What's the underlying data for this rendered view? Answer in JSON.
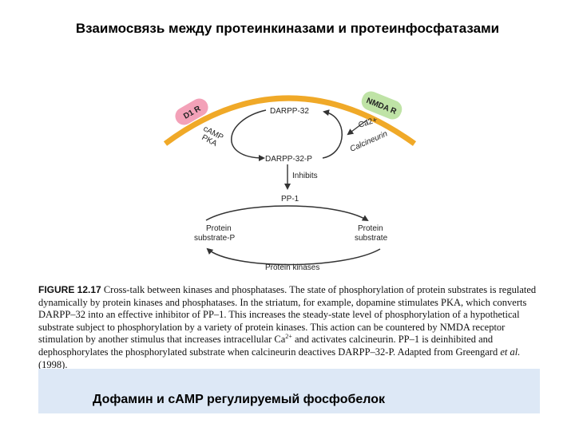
{
  "slide": {
    "title": "Взаимосвязь между протеинкиназами и протеинфосфатазами",
    "subtitle": "Дофамин и cAMP регулируемый фосфобелок"
  },
  "diagram": {
    "d1_receptor": "D1 R",
    "nmda_receptor": "NMDA R",
    "darpp32": "DARPP-32",
    "darpp32p": "DARPP-32-P",
    "camp": "cAMP",
    "pka": "PKA",
    "ca2": "Ca2+",
    "calcineurin": "Calcineurin",
    "inhibits": "Inhibits",
    "pp1": "PP-1",
    "protein_left_1": "Protein",
    "protein_left_2": "substrate-P",
    "protein_right_1": "Protein",
    "protein_right_2": "substrate",
    "protein_kinases": "Protein kinases",
    "colors": {
      "membrane": "#f0a928",
      "d1_badge": "#f3a1b8",
      "nmda_badge": "#bfe3a6",
      "box": "#dde8f6"
    }
  },
  "caption": {
    "fig_id": "FIGURE 12.17",
    "part1": " Cross-talk between kinases and phosphatases. The state of phosphorylation of protein substrates is regulated dynamically by protein kinases and phosphatases. In the striatum, for example, dopamine stimulates PKA, which converts DARPP–32 into an effective inhibitor of PP–1. This increases the steady-state level of phosphorylation of a hypothetical substrate subject to phosphorylation by a variety of protein kinases. This action can be countered by NMDA receptor stimulation by another stimulus that increases intracellular Ca",
    "superscript": "2+",
    "part2": " and activates calcineurin. PP–1 is deinhibited and dephosphorylates the phosphorylated substrate when calcineurin deactives DARPP–32-P. Adapted from Greengard ",
    "et_al": "et al.",
    "part3": " (1998)."
  }
}
